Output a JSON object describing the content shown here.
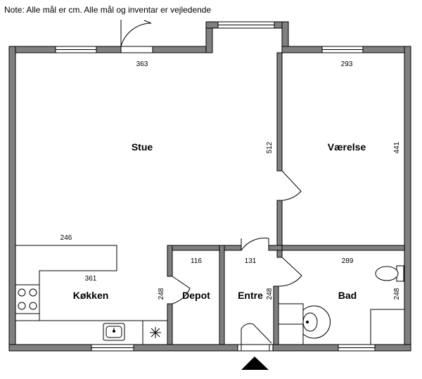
{
  "note": "Note: Alle mål er cm. Alle mål og inventar er vejledende",
  "rooms": {
    "stue": "Stue",
    "vaerelse": "Værelse",
    "kokken": "Køkken",
    "depot": "Depot",
    "entre": "Entre",
    "bad": "Bad"
  },
  "dimensions": {
    "stue_width": "363",
    "stue_height": "512",
    "vaerelse_width": "293",
    "vaerelse_height": "441",
    "counter_width": "246",
    "kokken_width": "361",
    "kokken_height": "248",
    "depot_width": "116",
    "entre_width": "131",
    "entre_height": "248",
    "bad_width": "289",
    "bad_height": "248"
  },
  "colors": {
    "wall": "#808080",
    "wall_outline": "#000000",
    "fixture_fill": "#ffffff"
  },
  "icons": {
    "entrance": "entrance-arrow-icon",
    "sink": "sink-icon",
    "stove": "stove-icon",
    "toilet": "toilet-icon"
  }
}
